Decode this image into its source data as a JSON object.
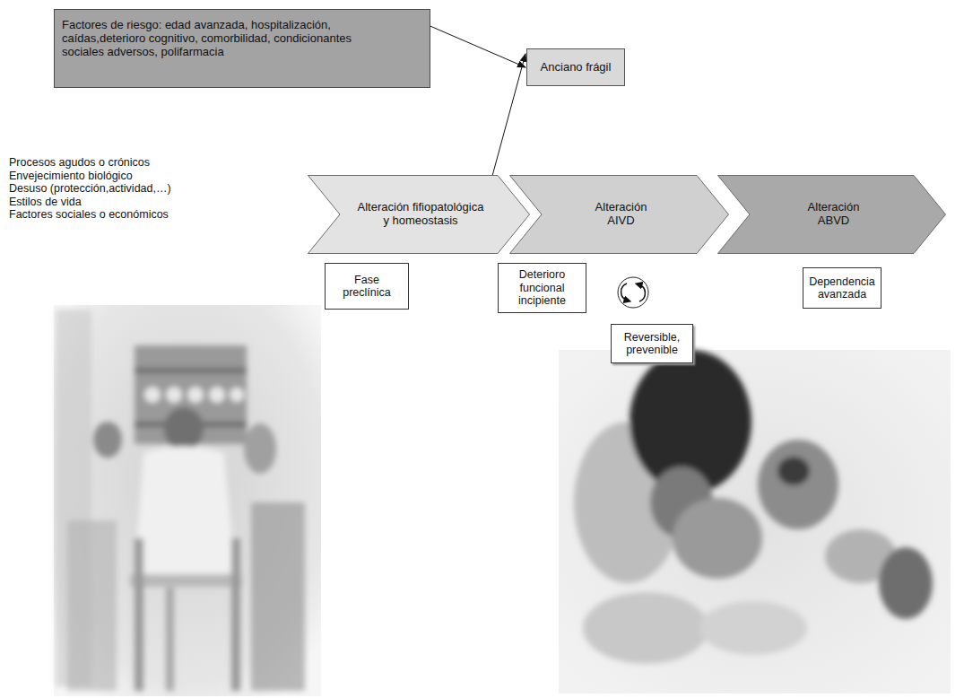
{
  "diagram": {
    "nodes": [
      {
        "text": [
          "Factores de riesgo: edad avanzada, hospitalización, caídas,deterioro cognitivo, comorbilidad, condicionantes sociales adversos, polifarmacia"
        ]
      },
      {
        "text": [
          "Anciano frágil"
        ]
      },
      {
        "text": [
          "Alteración fifiopatológica y homeostasis"
        ]
      },
      {
        "text": [
          "Alteración AIVD"
        ]
      },
      {
        "text": [
          "Alteración ABVD"
        ]
      },
      {
        "text": [
          "Fase preclínica"
        ]
      },
      {
        "text": [
          "Deterioro funcional incipiente"
        ]
      },
      {
        "text": [
          "Dependencia avanzada"
        ]
      },
      {
        "text": [
          "Reversible, prevenible"
        ]
      }
    ],
    "edges": [
      {
        "from": 0,
        "to": 1,
        "arrow": "to"
      },
      {
        "from": 2,
        "to": 1,
        "arrow": "to"
      }
    ],
    "labels": [
      "Procesos agudos o crónicos",
      "Envejecimiento biológico",
      "Desuso (protección,actividad,…)",
      "Estilos de vida",
      "Factores sociales o económicos"
    ]
  }
}
